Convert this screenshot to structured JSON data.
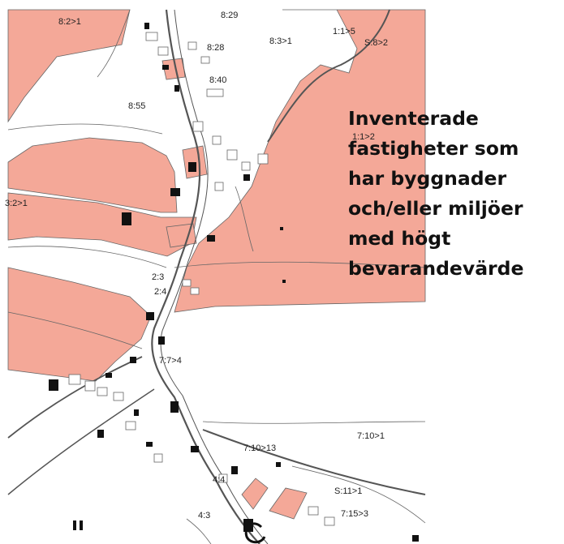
{
  "colors": {
    "protected_fill": "#f4a898",
    "land_fill": "#ffffff",
    "road_line": "#555555",
    "parcel_line": "#666666",
    "building_fill": "#111111",
    "caption_text": "#111111"
  },
  "legend": {
    "lines": [
      "Inventerade",
      "fastigheter som",
      "har byggnader",
      "och/eller miljöer",
      "med högt",
      "bevarandevärde"
    ]
  },
  "parcel_labels": [
    "8:2>1",
    "8:29",
    "8:28",
    "8:3>1",
    "1:1>5",
    "S:8>2",
    "8:40",
    "8:55",
    "1:1>2",
    "3:2>1",
    "2:3",
    "2:4",
    "7:7>4",
    "7:10>1",
    "7:10>13",
    "4:4",
    "S:11>1",
    "4:3",
    "7:15>3"
  ]
}
